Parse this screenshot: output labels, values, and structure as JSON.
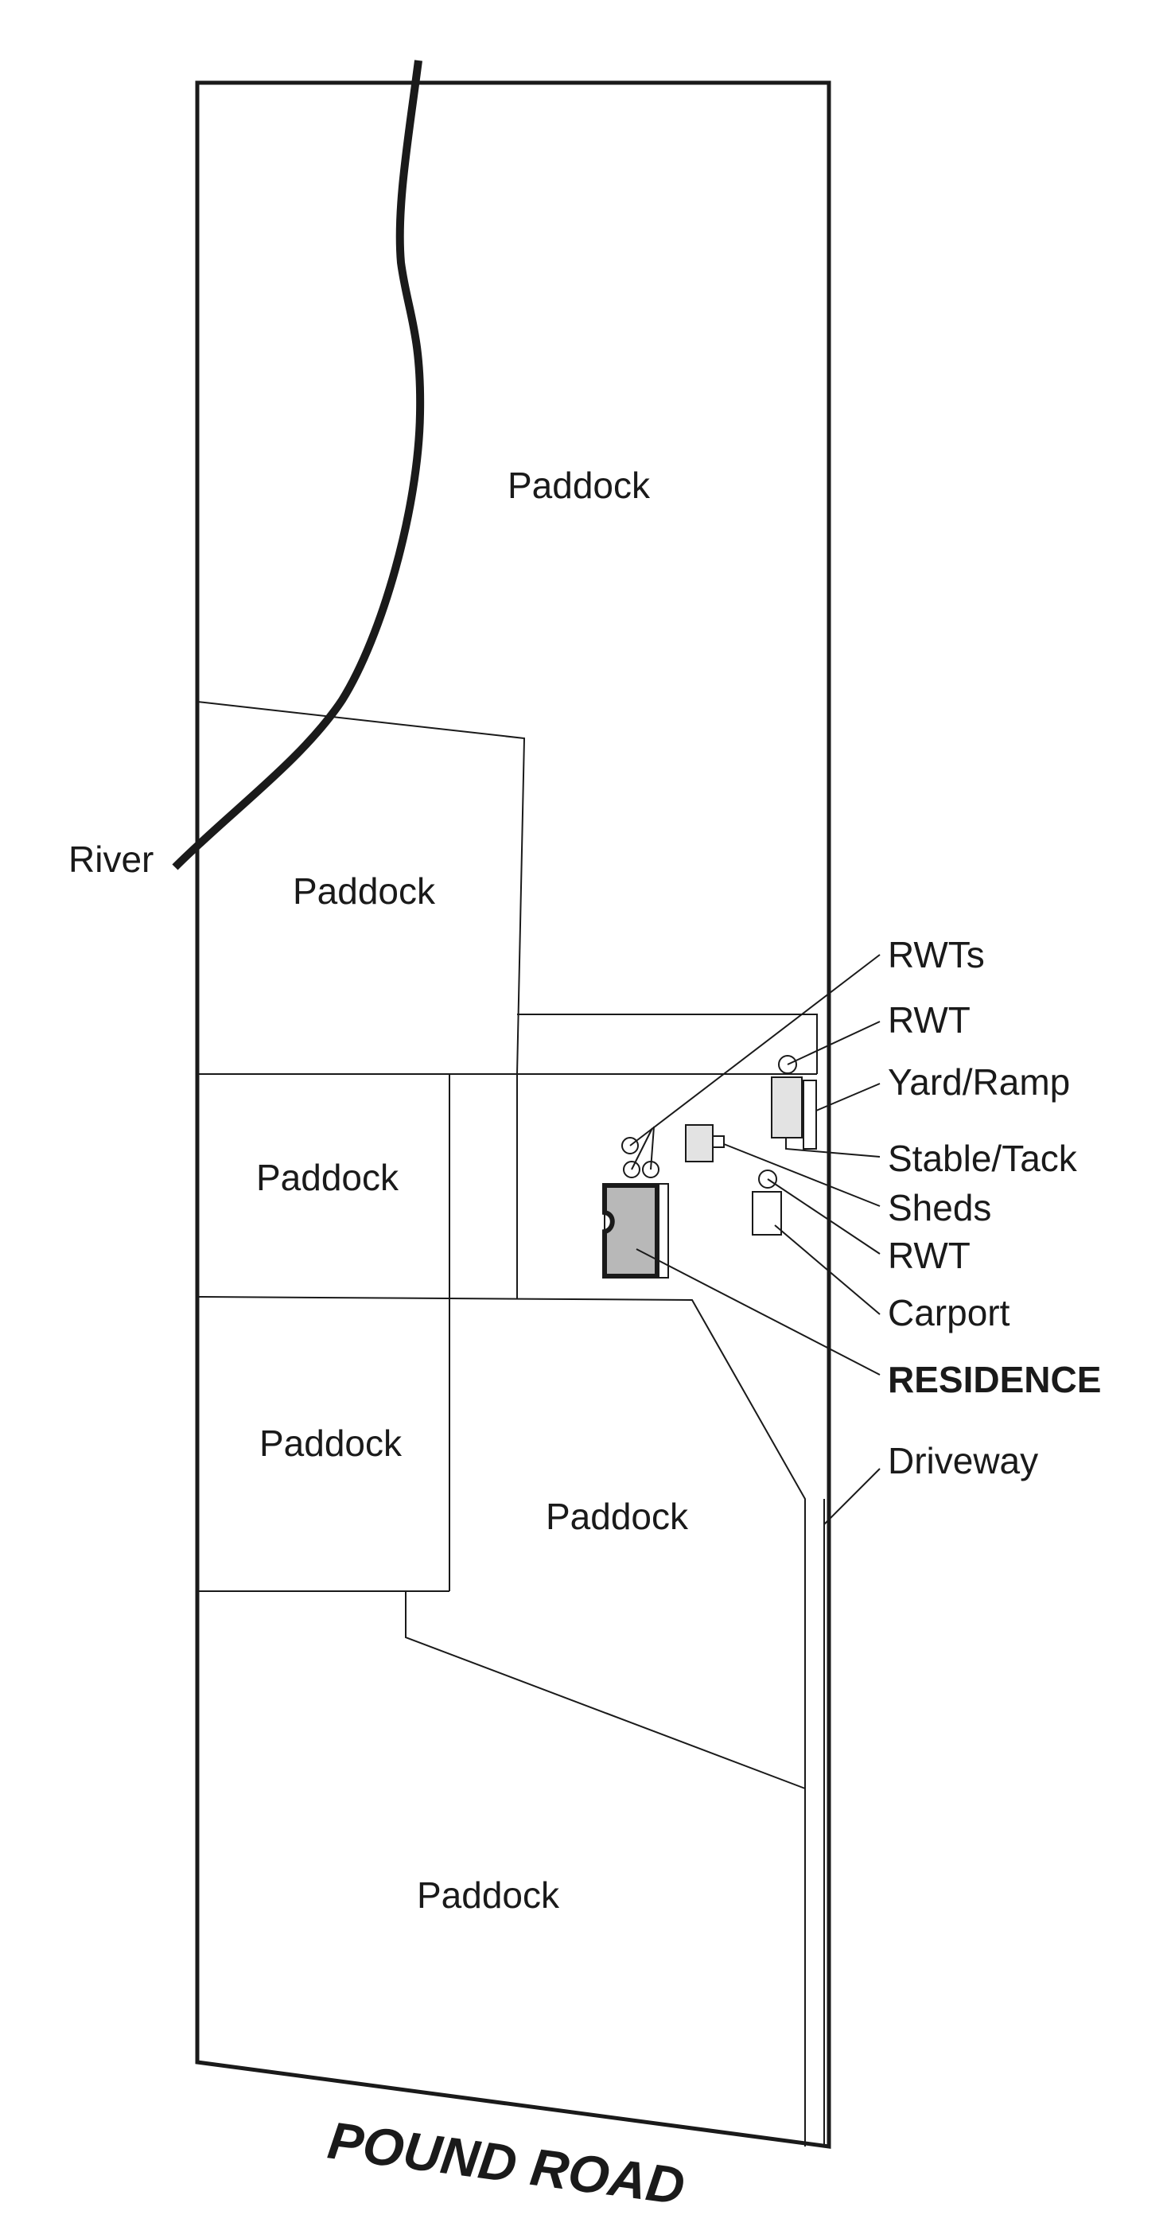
{
  "map": {
    "road_label": "POUND ROAD",
    "river_label": "River",
    "paddocks": [
      "Paddock",
      "Paddock",
      "Paddock",
      "Paddock",
      "Paddock",
      "Paddock"
    ],
    "features": {
      "rwts": "RWTs",
      "rwt_north": "RWT",
      "yard_ramp": "Yard/Ramp",
      "stable_tack": "Stable/Tack",
      "sheds": "Sheds",
      "rwt_south": "RWT",
      "carport": "Carport",
      "residence": "RESIDENCE",
      "driveway": "Driveway"
    },
    "colors": {
      "line": "#1a1a1a",
      "building_fill": "#e3e3e3",
      "residence_fill": "#b8b8b8",
      "background": "#ffffff"
    }
  }
}
